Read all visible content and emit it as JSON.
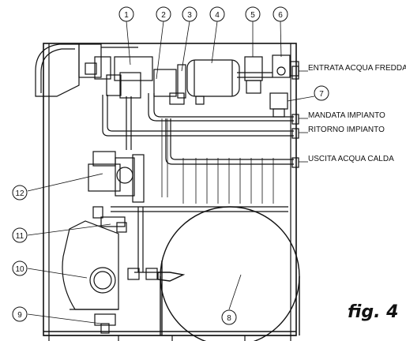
{
  "figure": {
    "caption": "fig. 4",
    "right_labels": [
      "ENTRATA ACQUA FREDDA",
      "MANDATA IMPIANTO",
      "RITORNO IMPIANTO",
      "USCITA ACQUA CALDA"
    ],
    "callouts": [
      "1",
      "2",
      "3",
      "4",
      "5",
      "6",
      "7",
      "8",
      "9",
      "10",
      "11",
      "12"
    ]
  }
}
